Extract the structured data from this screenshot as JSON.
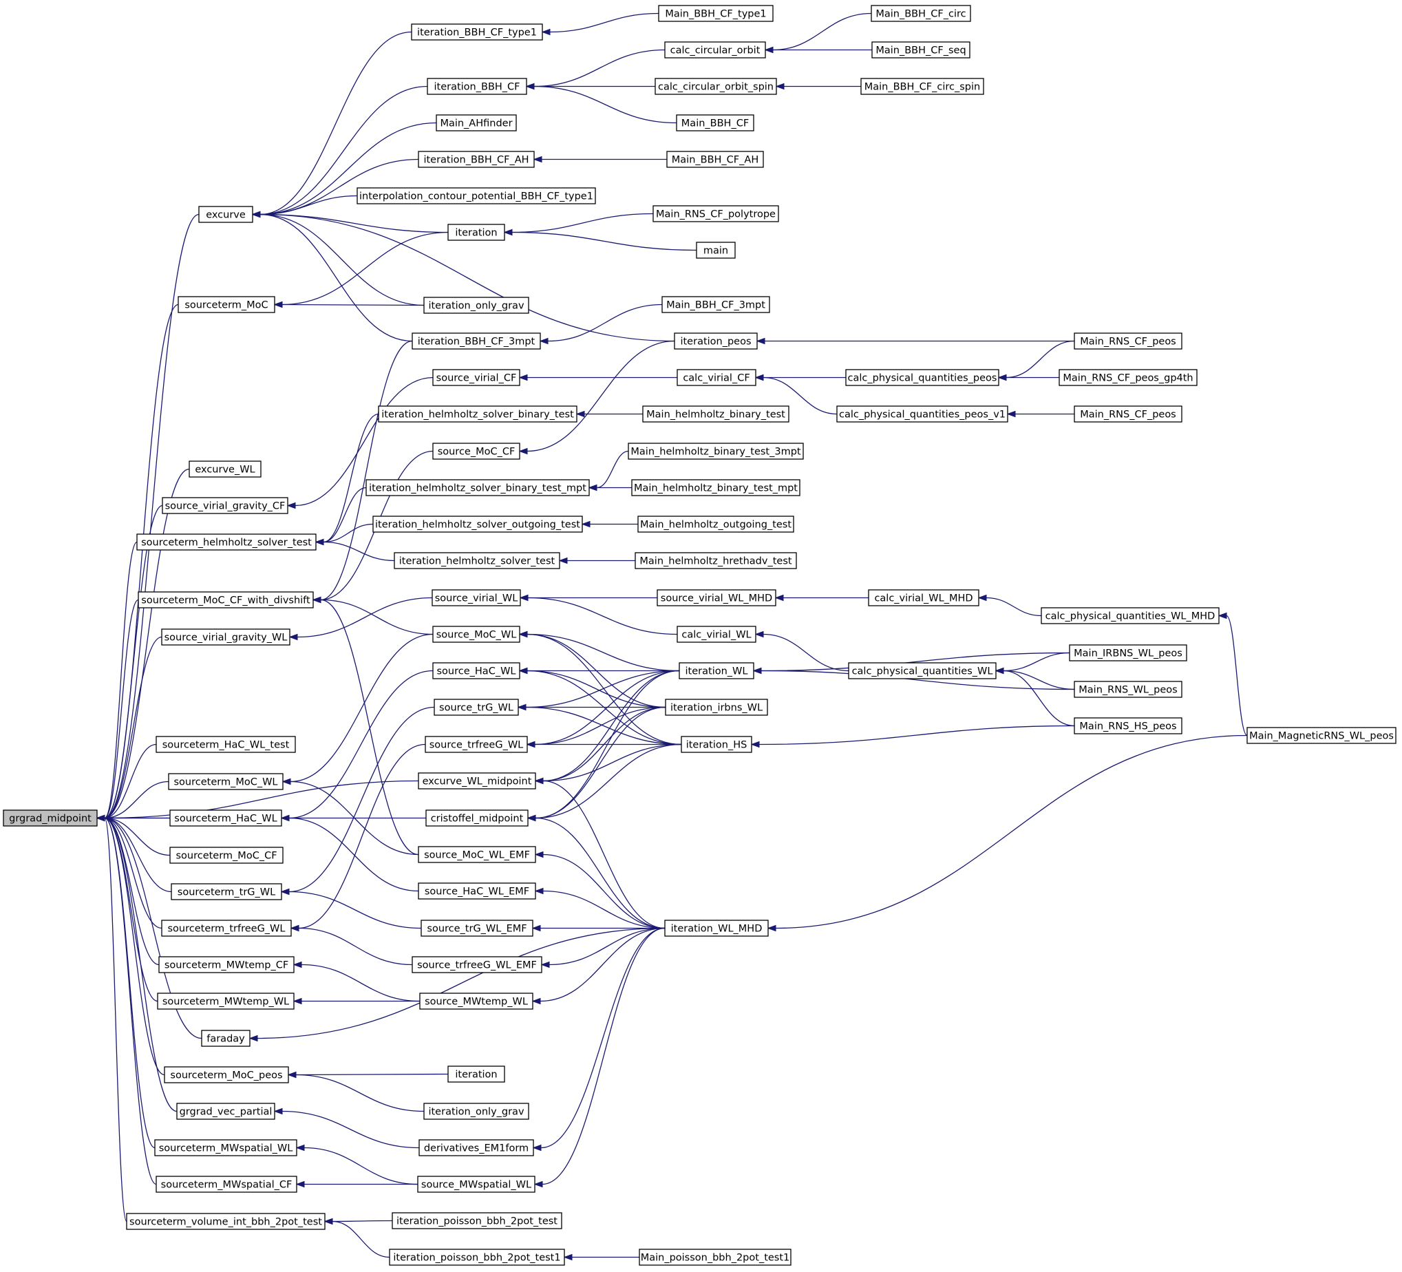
{
  "colors": {
    "edge": "#191970",
    "node_border": "#000000",
    "node_fill": "#ffffff",
    "root_fill": "#bfbfbf"
  },
  "nodes": [
    {
      "id": "grgrad_midpoint",
      "label": "grgrad_midpoint",
      "root": true
    },
    {
      "id": "excurve",
      "label": "excurve"
    },
    {
      "id": "sourceterm_MoC",
      "label": "sourceterm_MoC"
    },
    {
      "id": "excurve_WL",
      "label": "excurve_WL"
    },
    {
      "id": "source_virial_gravity_CF",
      "label": "source_virial_gravity_CF"
    },
    {
      "id": "sourceterm_helmholtz_solver_test",
      "label": "sourceterm_helmholtz_solver_test"
    },
    {
      "id": "sourceterm_MoC_CF_with_divshift",
      "label": "sourceterm_MoC_CF_with_divshift"
    },
    {
      "id": "source_virial_gravity_WL",
      "label": "source_virial_gravity_WL"
    },
    {
      "id": "sourceterm_HaC_WL_test",
      "label": "sourceterm_HaC_WL_test"
    },
    {
      "id": "sourceterm_MoC_WL",
      "label": "sourceterm_MoC_WL"
    },
    {
      "id": "sourceterm_HaC_WL",
      "label": "sourceterm_HaC_WL"
    },
    {
      "id": "sourceterm_MoC_CF",
      "label": "sourceterm_MoC_CF"
    },
    {
      "id": "sourceterm_trG_WL",
      "label": "sourceterm_trG_WL"
    },
    {
      "id": "sourceterm_trfreeG_WL",
      "label": "sourceterm_trfreeG_WL"
    },
    {
      "id": "sourceterm_MWtemp_CF",
      "label": "sourceterm_MWtemp_CF"
    },
    {
      "id": "sourceterm_MWtemp_WL",
      "label": "sourceterm_MWtemp_WL"
    },
    {
      "id": "faraday",
      "label": "faraday"
    },
    {
      "id": "sourceterm_MoC_peos",
      "label": "sourceterm_MoC_peos"
    },
    {
      "id": "grgrad_vec_partial",
      "label": "grgrad_vec_partial"
    },
    {
      "id": "sourceterm_MWspatial_WL",
      "label": "sourceterm_MWspatial_WL"
    },
    {
      "id": "sourceterm_MWspatial_CF",
      "label": "sourceterm_MWspatial_CF"
    },
    {
      "id": "sourceterm_volume_int_bbh_2pot_test",
      "label": "sourceterm_volume_int_bbh_2pot_test"
    },
    {
      "id": "iteration_BBH_CF_type1",
      "label": "iteration_BBH_CF_type1"
    },
    {
      "id": "iteration_BBH_CF",
      "label": "iteration_BBH_CF"
    },
    {
      "id": "Main_AHfinder",
      "label": "Main_AHfinder"
    },
    {
      "id": "iteration_BBH_CF_AH",
      "label": "iteration_BBH_CF_AH"
    },
    {
      "id": "interpolation_contour_potential_BBH_CF_type1",
      "label": "interpolation_contour_potential_BBH_CF_type1"
    },
    {
      "id": "iteration",
      "label": "iteration"
    },
    {
      "id": "iteration_only_grav",
      "label": "iteration_only_grav"
    },
    {
      "id": "iteration_BBH_CF_3mpt",
      "label": "iteration_BBH_CF_3mpt"
    },
    {
      "id": "source_virial_CF",
      "label": "source_virial_CF"
    },
    {
      "id": "iteration_helmholtz_solver_binary_test",
      "label": "iteration_helmholtz_solver_binary_test"
    },
    {
      "id": "source_MoC_CF",
      "label": "source_MoC_CF"
    },
    {
      "id": "iteration_helmholtz_solver_binary_test_mpt",
      "label": "iteration_helmholtz_solver_binary_test_mpt"
    },
    {
      "id": "iteration_helmholtz_solver_outgoing_test",
      "label": "iteration_helmholtz_solver_outgoing_test"
    },
    {
      "id": "iteration_helmholtz_solver_test",
      "label": "iteration_helmholtz_solver_test"
    },
    {
      "id": "source_virial_WL",
      "label": "source_virial_WL"
    },
    {
      "id": "source_MoC_WL",
      "label": "source_MoC_WL"
    },
    {
      "id": "source_HaC_WL",
      "label": "source_HaC_WL"
    },
    {
      "id": "source_trG_WL",
      "label": "source_trG_WL"
    },
    {
      "id": "source_trfreeG_WL",
      "label": "source_trfreeG_WL"
    },
    {
      "id": "excurve_WL_midpoint",
      "label": "excurve_WL_midpoint"
    },
    {
      "id": "cristoffel_midpoint",
      "label": "cristoffel_midpoint"
    },
    {
      "id": "source_MoC_WL_EMF",
      "label": "source_MoC_WL_EMF"
    },
    {
      "id": "source_HaC_WL_EMF",
      "label": "source_HaC_WL_EMF"
    },
    {
      "id": "source_trG_WL_EMF",
      "label": "source_trG_WL_EMF"
    },
    {
      "id": "source_trfreeG_WL_EMF",
      "label": "source_trfreeG_WL_EMF"
    },
    {
      "id": "source_MWtemp_WL",
      "label": "source_MWtemp_WL"
    },
    {
      "id": "iteration_2",
      "label": "iteration"
    },
    {
      "id": "iteration_only_grav_2",
      "label": "iteration_only_grav"
    },
    {
      "id": "derivatives_EM1form",
      "label": "derivatives_EM1form"
    },
    {
      "id": "source_MWspatial_WL",
      "label": "source_MWspatial_WL"
    },
    {
      "id": "iteration_poisson_bbh_2pot_test",
      "label": "iteration_poisson_bbh_2pot_test"
    },
    {
      "id": "iteration_poisson_bbh_2pot_test1",
      "label": "iteration_poisson_bbh_2pot_test1"
    },
    {
      "id": "Main_BBH_CF_type1",
      "label": "Main_BBH_CF_type1"
    },
    {
      "id": "calc_circular_orbit",
      "label": "calc_circular_orbit"
    },
    {
      "id": "calc_circular_orbit_spin",
      "label": "calc_circular_orbit_spin"
    },
    {
      "id": "Main_BBH_CF",
      "label": "Main_BBH_CF"
    },
    {
      "id": "Main_BBH_CF_AH",
      "label": "Main_BBH_CF_AH"
    },
    {
      "id": "Main_RNS_CF_polytrope",
      "label": "Main_RNS_CF_polytrope"
    },
    {
      "id": "main",
      "label": "main"
    },
    {
      "id": "Main_BBH_CF_3mpt",
      "label": "Main_BBH_CF_3mpt"
    },
    {
      "id": "iteration_peos",
      "label": "iteration_peos"
    },
    {
      "id": "calc_virial_CF",
      "label": "calc_virial_CF"
    },
    {
      "id": "Main_helmholtz_binary_test",
      "label": "Main_helmholtz_binary_test"
    },
    {
      "id": "Main_helmholtz_binary_test_3mpt",
      "label": "Main_helmholtz_binary_test_3mpt"
    },
    {
      "id": "Main_helmholtz_binary_test_mpt",
      "label": "Main_helmholtz_binary_test_mpt"
    },
    {
      "id": "Main_helmholtz_outgoing_test",
      "label": "Main_helmholtz_outgoing_test"
    },
    {
      "id": "Main_helmholtz_hrethadv_test",
      "label": "Main_helmholtz_hrethadv_test"
    },
    {
      "id": "source_virial_WL_MHD",
      "label": "source_virial_WL_MHD"
    },
    {
      "id": "calc_virial_WL",
      "label": "calc_virial_WL"
    },
    {
      "id": "iteration_WL",
      "label": "iteration_WL"
    },
    {
      "id": "iteration_irbns_WL",
      "label": "iteration_irbns_WL"
    },
    {
      "id": "iteration_HS",
      "label": "iteration_HS"
    },
    {
      "id": "iteration_WL_MHD",
      "label": "iteration_WL_MHD"
    },
    {
      "id": "Main_BBH_CF_circ",
      "label": "Main_BBH_CF_circ"
    },
    {
      "id": "Main_BBH_CF_seq",
      "label": "Main_BBH_CF_seq"
    },
    {
      "id": "Main_BBH_CF_circ_spin",
      "label": "Main_BBH_CF_circ_spin"
    },
    {
      "id": "calc_physical_quantities_peos",
      "label": "calc_physical_quantities_peos"
    },
    {
      "id": "calc_physical_quantities_peos_v1",
      "label": "calc_physical_quantities_peos_v1"
    },
    {
      "id": "calc_virial_WL_MHD",
      "label": "calc_virial_WL_MHD"
    },
    {
      "id": "calc_physical_quantities_WL",
      "label": "calc_physical_quantities_WL"
    },
    {
      "id": "Main_RNS_CF_peos",
      "label": "Main_RNS_CF_peos"
    },
    {
      "id": "Main_RNS_CF_peos_gp4th",
      "label": "Main_RNS_CF_peos_gp4th"
    },
    {
      "id": "Main_RNS_CF_peos_2",
      "label": "Main_RNS_CF_peos"
    },
    {
      "id": "calc_physical_quantities_WL_MHD",
      "label": "calc_physical_quantities_WL_MHD"
    },
    {
      "id": "Main_IRBNS_WL_peos",
      "label": "Main_IRBNS_WL_peos"
    },
    {
      "id": "Main_RNS_WL_peos",
      "label": "Main_RNS_WL_peos"
    },
    {
      "id": "Main_RNS_HS_peos",
      "label": "Main_RNS_HS_peos"
    },
    {
      "id": "Main_MagneticRNS_WL_peos",
      "label": "Main_MagneticRNS_WL_peos"
    }
  ],
  "edges": [
    [
      "grgrad_midpoint",
      "excurve"
    ],
    [
      "grgrad_midpoint",
      "sourceterm_MoC"
    ],
    [
      "grgrad_midpoint",
      "excurve_WL"
    ],
    [
      "grgrad_midpoint",
      "source_virial_gravity_CF"
    ],
    [
      "grgrad_midpoint",
      "sourceterm_helmholtz_solver_test"
    ],
    [
      "grgrad_midpoint",
      "sourceterm_MoC_CF_with_divshift"
    ],
    [
      "grgrad_midpoint",
      "source_virial_gravity_WL"
    ],
    [
      "grgrad_midpoint",
      "sourceterm_HaC_WL_test"
    ],
    [
      "grgrad_midpoint",
      "sourceterm_MoC_WL"
    ],
    [
      "grgrad_midpoint",
      "sourceterm_HaC_WL"
    ],
    [
      "grgrad_midpoint",
      "sourceterm_MoC_CF"
    ],
    [
      "grgrad_midpoint",
      "sourceterm_trG_WL"
    ],
    [
      "grgrad_midpoint",
      "sourceterm_trfreeG_WL"
    ],
    [
      "grgrad_midpoint",
      "sourceterm_MWtemp_CF"
    ],
    [
      "grgrad_midpoint",
      "sourceterm_MWtemp_WL"
    ],
    [
      "grgrad_midpoint",
      "faraday"
    ],
    [
      "grgrad_midpoint",
      "sourceterm_MoC_peos"
    ],
    [
      "grgrad_midpoint",
      "grgrad_vec_partial"
    ],
    [
      "grgrad_midpoint",
      "sourceterm_MWspatial_WL"
    ],
    [
      "grgrad_midpoint",
      "sourceterm_MWspatial_CF"
    ],
    [
      "grgrad_midpoint",
      "sourceterm_volume_int_bbh_2pot_test"
    ],
    [
      "grgrad_midpoint",
      "excurve_WL_midpoint"
    ],
    [
      "grgrad_midpoint",
      "cristoffel_midpoint"
    ],
    [
      "excurve",
      "iteration_BBH_CF_type1"
    ],
    [
      "excurve",
      "iteration_BBH_CF"
    ],
    [
      "excurve",
      "Main_AHfinder"
    ],
    [
      "excurve",
      "iteration_BBH_CF_AH"
    ],
    [
      "excurve",
      "interpolation_contour_potential_BBH_CF_type1"
    ],
    [
      "excurve",
      "iteration"
    ],
    [
      "excurve",
      "iteration_only_grav"
    ],
    [
      "excurve",
      "iteration_BBH_CF_3mpt"
    ],
    [
      "excurve",
      "iteration_peos"
    ],
    [
      "sourceterm_MoC",
      "iteration"
    ],
    [
      "sourceterm_MoC",
      "iteration_only_grav"
    ],
    [
      "source_virial_gravity_CF",
      "source_virial_CF"
    ],
    [
      "sourceterm_helmholtz_solver_test",
      "iteration_helmholtz_solver_binary_test"
    ],
    [
      "sourceterm_helmholtz_solver_test",
      "iteration_helmholtz_solver_binary_test_mpt"
    ],
    [
      "sourceterm_helmholtz_solver_test",
      "iteration_helmholtz_solver_outgoing_test"
    ],
    [
      "sourceterm_helmholtz_solver_test",
      "iteration_helmholtz_solver_test"
    ],
    [
      "sourceterm_MoC_CF_with_divshift",
      "iteration_BBH_CF_3mpt"
    ],
    [
      "sourceterm_MoC_CF_with_divshift",
      "source_MoC_CF"
    ],
    [
      "sourceterm_MoC_CF_with_divshift",
      "source_MoC_WL"
    ],
    [
      "sourceterm_MoC_CF_with_divshift",
      "source_MoC_WL_EMF"
    ],
    [
      "source_virial_gravity_WL",
      "source_virial_WL"
    ],
    [
      "sourceterm_MoC_WL",
      "source_MoC_WL"
    ],
    [
      "sourceterm_MoC_WL",
      "source_MoC_WL_EMF"
    ],
    [
      "sourceterm_HaC_WL",
      "source_HaC_WL"
    ],
    [
      "sourceterm_HaC_WL",
      "source_HaC_WL_EMF"
    ],
    [
      "sourceterm_trG_WL",
      "source_trG_WL"
    ],
    [
      "sourceterm_trG_WL",
      "source_trG_WL_EMF"
    ],
    [
      "sourceterm_trfreeG_WL",
      "source_trfreeG_WL"
    ],
    [
      "sourceterm_trfreeG_WL",
      "source_trfreeG_WL_EMF"
    ],
    [
      "sourceterm_MWtemp_CF",
      "source_MWtemp_WL"
    ],
    [
      "sourceterm_MWtemp_WL",
      "source_MWtemp_WL"
    ],
    [
      "faraday",
      "iteration_WL_MHD"
    ],
    [
      "sourceterm_MoC_peos",
      "iteration_2"
    ],
    [
      "sourceterm_MoC_peos",
      "iteration_only_grav_2"
    ],
    [
      "grgrad_vec_partial",
      "derivatives_EM1form"
    ],
    [
      "sourceterm_MWspatial_WL",
      "source_MWspatial_WL"
    ],
    [
      "sourceterm_MWspatial_CF",
      "source_MWspatial_WL"
    ],
    [
      "sourceterm_volume_int_bbh_2pot_test",
      "iteration_poisson_bbh_2pot_test"
    ],
    [
      "sourceterm_volume_int_bbh_2pot_test",
      "iteration_poisson_bbh_2pot_test1"
    ],
    [
      "iteration_BBH_CF_type1",
      "Main_BBH_CF_type1"
    ],
    [
      "iteration_BBH_CF",
      "calc_circular_orbit"
    ],
    [
      "iteration_BBH_CF",
      "calc_circular_orbit_spin"
    ],
    [
      "iteration_BBH_CF",
      "Main_BBH_CF"
    ],
    [
      "iteration_BBH_CF_AH",
      "Main_BBH_CF_AH"
    ],
    [
      "iteration",
      "Main_RNS_CF_polytrope"
    ],
    [
      "iteration",
      "main"
    ],
    [
      "iteration_BBH_CF_3mpt",
      "Main_BBH_CF_3mpt"
    ],
    [
      "source_virial_CF",
      "calc_virial_CF"
    ],
    [
      "iteration_helmholtz_solver_binary_test",
      "Main_helmholtz_binary_test"
    ],
    [
      "source_MoC_CF",
      "iteration_peos"
    ],
    [
      "iteration_helmholtz_solver_binary_test_mpt",
      "Main_helmholtz_binary_test_3mpt"
    ],
    [
      "iteration_helmholtz_solver_binary_test_mpt",
      "Main_helmholtz_binary_test_mpt"
    ],
    [
      "iteration_helmholtz_solver_outgoing_test",
      "Main_helmholtz_outgoing_test"
    ],
    [
      "iteration_helmholtz_solver_test",
      "Main_helmholtz_hrethadv_test"
    ],
    [
      "source_virial_WL",
      "source_virial_WL_MHD"
    ],
    [
      "source_virial_WL",
      "calc_virial_WL"
    ],
    [
      "source_MoC_WL",
      "iteration_WL"
    ],
    [
      "source_MoC_WL",
      "iteration_irbns_WL"
    ],
    [
      "source_MoC_WL",
      "iteration_HS"
    ],
    [
      "source_HaC_WL",
      "iteration_WL"
    ],
    [
      "source_HaC_WL",
      "iteration_irbns_WL"
    ],
    [
      "source_HaC_WL",
      "iteration_HS"
    ],
    [
      "source_trG_WL",
      "iteration_WL"
    ],
    [
      "source_trG_WL",
      "iteration_irbns_WL"
    ],
    [
      "source_trG_WL",
      "iteration_HS"
    ],
    [
      "source_trfreeG_WL",
      "iteration_WL"
    ],
    [
      "source_trfreeG_WL",
      "iteration_irbns_WL"
    ],
    [
      "source_trfreeG_WL",
      "iteration_HS"
    ],
    [
      "excurve_WL_midpoint",
      "iteration_WL"
    ],
    [
      "excurve_WL_midpoint",
      "iteration_irbns_WL"
    ],
    [
      "excurve_WL_midpoint",
      "iteration_HS"
    ],
    [
      "excurve_WL_midpoint",
      "iteration_WL_MHD"
    ],
    [
      "cristoffel_midpoint",
      "iteration_WL"
    ],
    [
      "cristoffel_midpoint",
      "iteration_irbns_WL"
    ],
    [
      "cristoffel_midpoint",
      "iteration_HS"
    ],
    [
      "cristoffel_midpoint",
      "iteration_WL_MHD"
    ],
    [
      "source_MoC_WL_EMF",
      "iteration_WL_MHD"
    ],
    [
      "source_HaC_WL_EMF",
      "iteration_WL_MHD"
    ],
    [
      "source_trG_WL_EMF",
      "iteration_WL_MHD"
    ],
    [
      "source_trfreeG_WL_EMF",
      "iteration_WL_MHD"
    ],
    [
      "source_MWtemp_WL",
      "iteration_WL_MHD"
    ],
    [
      "derivatives_EM1form",
      "iteration_WL_MHD"
    ],
    [
      "source_MWspatial_WL",
      "iteration_WL_MHD"
    ],
    [
      "iteration_poisson_bbh_2pot_test1",
      "Main_poisson_bbh_2pot_test1"
    ],
    [
      "calc_circular_orbit",
      "Main_BBH_CF_circ"
    ],
    [
      "calc_circular_orbit",
      "Main_BBH_CF_seq"
    ],
    [
      "calc_circular_orbit_spin",
      "Main_BBH_CF_circ_spin"
    ],
    [
      "iteration_peos",
      "Main_RNS_CF_peos"
    ],
    [
      "calc_virial_CF",
      "calc_physical_quantities_peos"
    ],
    [
      "calc_virial_CF",
      "calc_physical_quantities_peos_v1"
    ],
    [
      "source_virial_WL_MHD",
      "calc_virial_WL_MHD"
    ],
    [
      "calc_virial_WL",
      "calc_physical_quantities_WL"
    ],
    [
      "iteration_WL",
      "Main_IRBNS_WL_peos"
    ],
    [
      "iteration_WL",
      "Main_RNS_WL_peos"
    ],
    [
      "iteration_HS",
      "Main_RNS_HS_peos"
    ],
    [
      "iteration_WL_MHD",
      "Main_MagneticRNS_WL_peos"
    ],
    [
      "calc_physical_quantities_peos",
      "Main_RNS_CF_peos"
    ],
    [
      "calc_physical_quantities_peos",
      "Main_RNS_CF_peos_gp4th"
    ],
    [
      "calc_physical_quantities_peos_v1",
      "Main_RNS_CF_peos_2"
    ],
    [
      "calc_virial_WL_MHD",
      "calc_physical_quantities_WL_MHD"
    ],
    [
      "calc_physical_quantities_WL",
      "Main_IRBNS_WL_peos"
    ],
    [
      "calc_physical_quantities_WL",
      "Main_RNS_WL_peos"
    ],
    [
      "calc_physical_quantities_WL",
      "Main_RNS_HS_peos"
    ],
    [
      "calc_physical_quantities_WL_MHD",
      "Main_MagneticRNS_WL_peos"
    ]
  ],
  "extra_nodes": [
    {
      "id": "Main_poisson_bbh_2pot_test1",
      "label": "Main_poisson_bbh_2pot_test1"
    }
  ]
}
